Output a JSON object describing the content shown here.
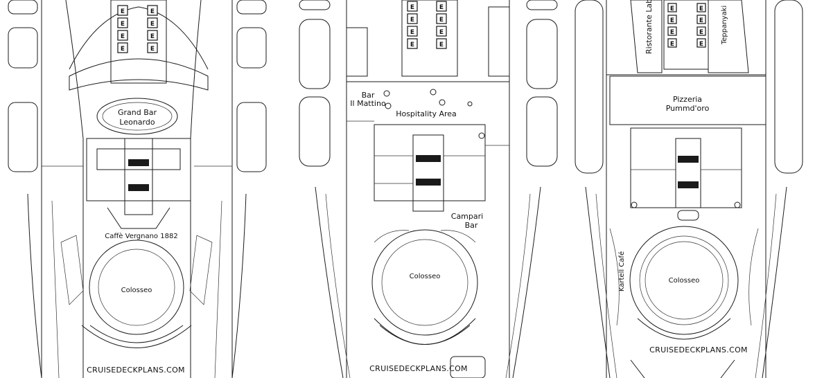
{
  "plans": [
    {
      "labels": {
        "bar": "Grand Bar Leonardo",
        "bar_line1": "Grand Bar",
        "bar_line2": "Leonardo",
        "cafe": "Caffè Vergnano 1882",
        "theatre": "Colosseo"
      },
      "watermark": "CRUISEDECKPLANS.COM"
    },
    {
      "labels": {
        "bar_line1": "Bar",
        "bar_line2": "Il Mattino",
        "hospitality": "Hospitality Area",
        "campari_line1": "Campari",
        "campari_line2": "Bar",
        "theatre": "Colosseo"
      },
      "watermark": "CRUISEDECKPLANS.COM"
    },
    {
      "labels": {
        "ristorante": "Ristorante Lab",
        "teppanyaki": "Teppanyaki",
        "pizzeria_line1": "Pizzeria",
        "pizzeria_line2": "Pummd'oro",
        "kartell": "Kartell Café",
        "theatre": "Colosseo"
      },
      "watermark": "CRUISEDECKPLANS.COM"
    }
  ],
  "elevator_letter": "E",
  "colors": {
    "line": "#1a1a1a",
    "background": "#ffffff"
  }
}
